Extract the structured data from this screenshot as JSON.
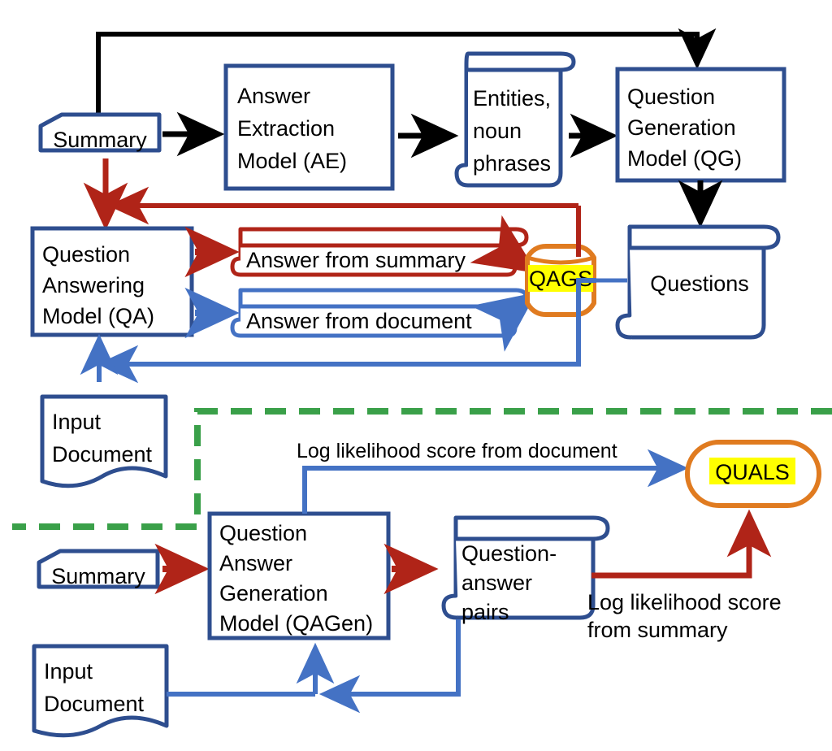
{
  "diagram": {
    "title": "QAGS and QUALS metric pipelines",
    "colors": {
      "navy": "#2E4E8F",
      "dark_red": "#B02418",
      "blue_arrow": "#4472C4",
      "black": "#000000",
      "green_dashed": "#3AA049",
      "orange": "#E07B20",
      "yellow_highlight": "#FFFF00",
      "white": "#FFFFFF"
    },
    "nodes": {
      "summary_top": {
        "label": "Summary",
        "shape": "folded-corner-box",
        "border": "navy"
      },
      "answer_extraction": {
        "label_lines": [
          "Answer",
          "Extraction",
          "Model (AE)"
        ],
        "shape": "rectangle",
        "border": "navy"
      },
      "entities": {
        "label_lines": [
          "Entities,",
          "noun",
          "phrases"
        ],
        "shape": "scroll",
        "border": "navy"
      },
      "question_generation": {
        "label_lines": [
          "Question",
          "Generation",
          "Model (QG)"
        ],
        "shape": "rectangle",
        "border": "navy"
      },
      "question_answering": {
        "label_lines": [
          "Question",
          "Answering",
          "Model (QA)"
        ],
        "shape": "rectangle",
        "border": "navy"
      },
      "answer_from_summary": {
        "label": "Answer from summary",
        "shape": "scroll",
        "border": "dark_red"
      },
      "answer_from_document": {
        "label": "Answer from document",
        "shape": "scroll",
        "border": "blue_arrow"
      },
      "qags": {
        "label": "QAGS",
        "shape": "cylinder",
        "border": "orange",
        "highlight": "yellow"
      },
      "questions": {
        "label": "Questions",
        "shape": "scroll",
        "border": "navy"
      },
      "input_document_mid": {
        "label_lines": [
          "Input",
          "Document"
        ],
        "shape": "document",
        "border": "navy"
      },
      "summary_bottom": {
        "label": "Summary",
        "shape": "folded-corner-box",
        "border": "navy"
      },
      "qagen": {
        "label_lines": [
          "Question",
          "Answer",
          "Generation",
          "Model (QAGen)"
        ],
        "shape": "rectangle",
        "border": "navy"
      },
      "qa_pairs": {
        "label_lines": [
          "Question-",
          "answer",
          "pairs"
        ],
        "shape": "scroll",
        "border": "navy"
      },
      "quals": {
        "label": "QUALS",
        "shape": "stadium",
        "border": "orange",
        "highlight": "yellow"
      },
      "input_document_bottom": {
        "label_lines": [
          "Input",
          "Document"
        ],
        "shape": "document",
        "border": "navy"
      }
    },
    "edge_labels": {
      "loglik_document": "Log likelihood score from document",
      "loglik_summary_line1": "Log likelihood score",
      "loglik_summary_line2": "from summary"
    },
    "separator": {
      "style": "dashed",
      "color": "green_dashed"
    }
  }
}
